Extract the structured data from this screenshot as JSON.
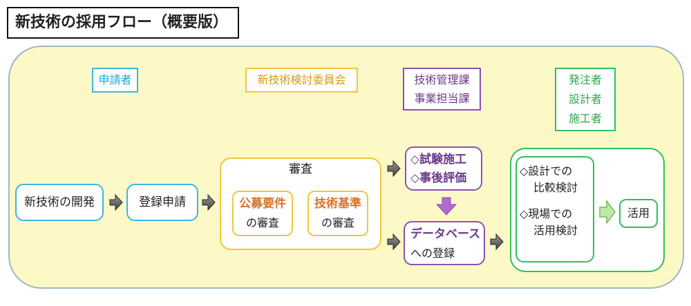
{
  "title": "新技術の採用フロー（概要版）",
  "roles": {
    "applicant": "申請者",
    "committee": "新技術検討委員会",
    "dept": [
      "技術管理課",
      "事業担当課"
    ],
    "client": [
      "発注者",
      "設計者",
      "施工者"
    ]
  },
  "nodes": {
    "development": "新技術の開発",
    "registration": "登録申請",
    "review": {
      "title": "審査",
      "koubo": {
        "highlight": "公募要件",
        "text": "の審査"
      },
      "kijun": {
        "highlight": "技術基準",
        "text": "の審査"
      }
    },
    "trial": [
      "◇試験施工",
      "◇事後評価"
    ],
    "database": {
      "line1": "データベース",
      "line2": "への登録"
    },
    "usage_study": [
      "◇設計での",
      "比較検討",
      "◇現場での",
      "活用検討"
    ],
    "use": "活用"
  },
  "colors": {
    "panel_bg": "#fdf9c6",
    "blue": "#3bb7e0",
    "yellow": "#f2c53b",
    "purple": "#8e4fb3",
    "green": "#2fbf5a",
    "arrow_gray": "#555555"
  }
}
